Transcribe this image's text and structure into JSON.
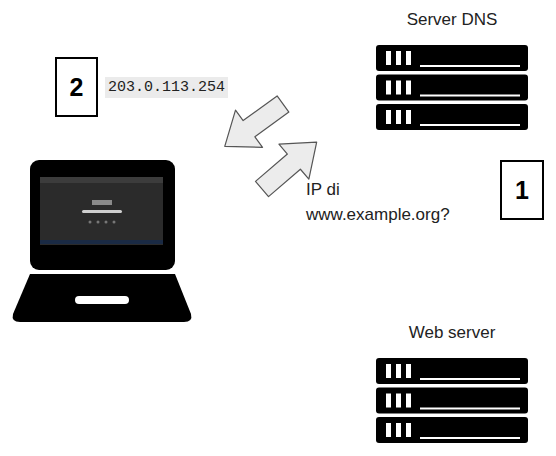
{
  "diagram": {
    "nodes": [
      {
        "text": [
          "Server DNS"
        ]
      },
      {
        "text": [
          "2"
        ]
      },
      {
        "text": [
          "1"
        ]
      },
      {
        "text": [
          "Web server"
        ]
      }
    ],
    "labels": [
      "203.0.113.254",
      "IP di www.example.org?"
    ]
  }
}
